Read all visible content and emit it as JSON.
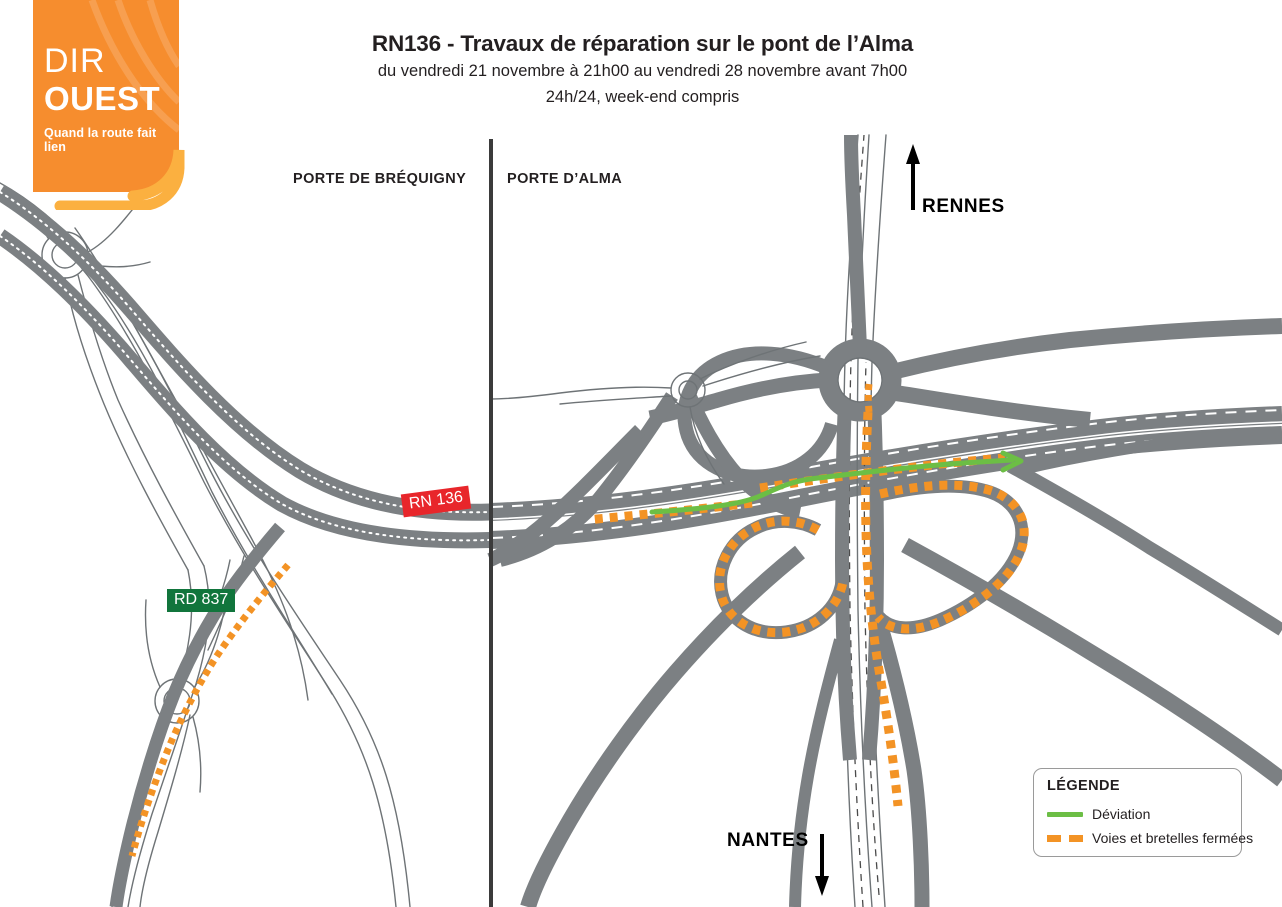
{
  "logo": {
    "line1": "DIR",
    "line2": "OUEST",
    "tagline": "Quand la route fait lien",
    "bg_color": "#F68D2E"
  },
  "header": {
    "title": "RN136 - Travaux de réparation sur le pont de l’Alma",
    "subtitle_line1": "du vendredi 21 novembre à 21h00 au vendredi 28 novembre avant 7h00",
    "subtitle_line2": "24h/24, week-end compris"
  },
  "sections": {
    "left_label": "PORTE DE BRÉQUIGNY",
    "right_label": "PORTE D’ALMA"
  },
  "directions": {
    "north": "RENNES",
    "south": "NANTES"
  },
  "shields": {
    "rn136": "RN 136",
    "rd837": "RD 837",
    "rn136_color": "#E8262B",
    "rd837_color": "#11753C"
  },
  "legend": {
    "title": "LÉGENDE",
    "items": [
      {
        "label": "Déviation",
        "style": "solid-green",
        "color": "#6CBE45"
      },
      {
        "label": "Voies et bretelles fermées",
        "style": "dashed-orange",
        "color": "#F39325"
      }
    ]
  },
  "map_style": {
    "road_fill": "#7C8083",
    "road_outline": "#6D7174",
    "thin_road_stroke": "#6E7376",
    "lane_marking": "#FFFFFF",
    "closure_color": "#F39325",
    "deviation_color": "#6CBE45",
    "background": "#FFFFFF"
  }
}
